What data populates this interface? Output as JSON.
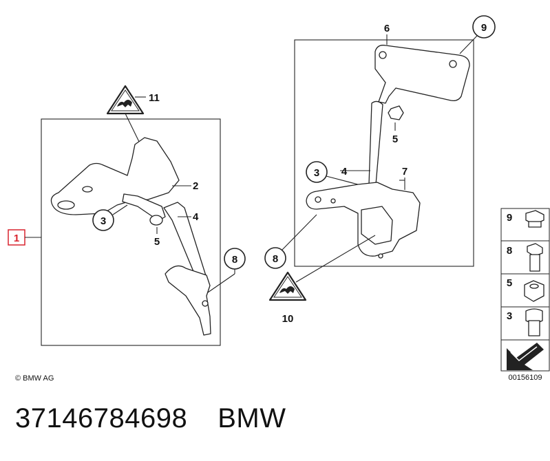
{
  "diagram": {
    "main_part_label": "1",
    "left_assembly": {
      "callouts": [
        "2",
        "3",
        "4",
        "5",
        "8",
        "11"
      ]
    },
    "right_assembly": {
      "callouts": [
        "3",
        "4",
        "5",
        "6",
        "7",
        "8",
        "9",
        "10"
      ]
    },
    "parts_legend": [
      "9",
      "8",
      "5",
      "3"
    ],
    "copyright": "© BMW AG",
    "image_number": "00156109"
  },
  "footer": {
    "part_number": "37146784698",
    "brand": "BMW"
  },
  "colors": {
    "main_label_box": "#d9232e",
    "main_label_text": "#d9232e",
    "line": "#222222"
  }
}
